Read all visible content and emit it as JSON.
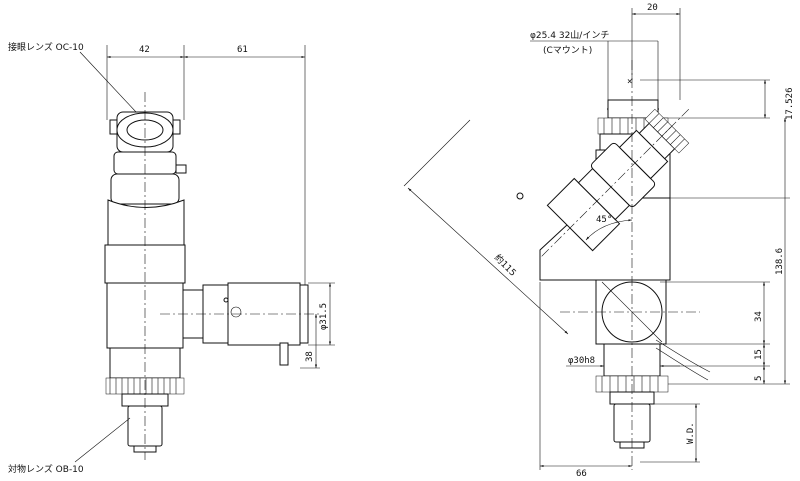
{
  "left_view": {
    "eyepiece_label": "接眼レンズ OC-10",
    "objective_label": "対物レンズ OB-10",
    "dim_width_42": "42",
    "dim_width_61": "61",
    "dim_dia_31_5": "φ31.5",
    "dim_38": "38"
  },
  "right_view": {
    "dim_20": "20",
    "c_mount_label_1": "φ25.4 32山/インチ",
    "c_mount_label_2": "(Cマウント)",
    "dim_17_526": "17.526",
    "dim_138_6": "138.6",
    "dim_approx_115": "約115",
    "dim_angle_45": "45°",
    "dim_34": "34",
    "dim_15": "15",
    "dim_5": "5",
    "dim_dia_30h8": "φ30h8",
    "dim_wd": "W.D.",
    "dim_66": "66"
  }
}
